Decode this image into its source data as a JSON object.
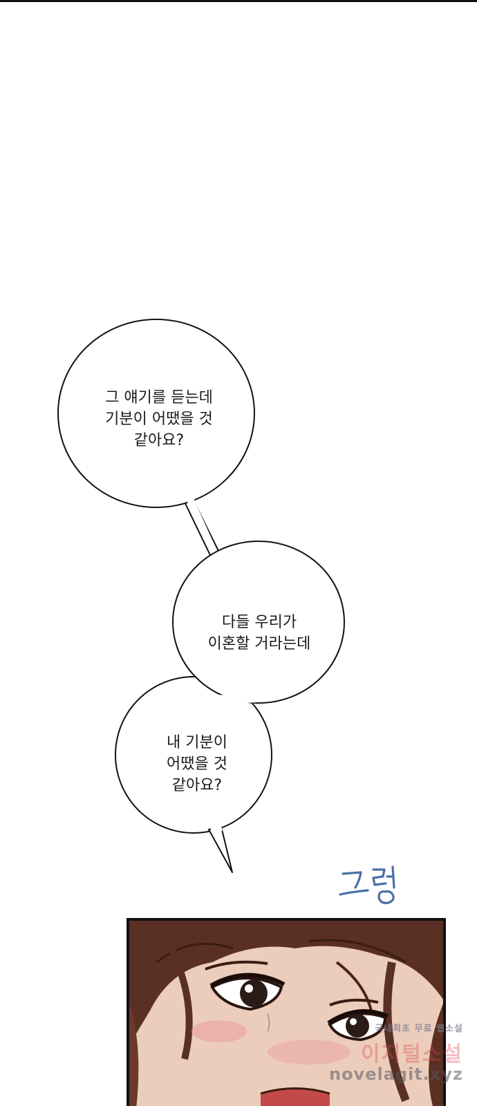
{
  "bubbles": [
    {
      "lines": [
        "그 얘기를 듣는데",
        "기분이 어땠을 것",
        "같아요?"
      ]
    },
    {
      "lines": [
        "다들 우리가",
        "이혼할 거라는데"
      ]
    },
    {
      "lines": [
        "내 기분이",
        "어땠을 것",
        "같아요?"
      ]
    }
  ],
  "sfx": {
    "text": "그렁",
    "color": "#4a6fa5"
  },
  "panel": {
    "subject": "close-up of woman's teary eyes"
  },
  "watermark": {
    "line1": "국내최초 무료 웹소설",
    "line2": "이지털소설",
    "line3": "novelagit.xyz"
  },
  "colors": {
    "background": "#ffffff",
    "bubble_outline": "#111111",
    "hair": "#5a3024",
    "skin": "#eacbb8",
    "blush": "#e9a0a0"
  }
}
